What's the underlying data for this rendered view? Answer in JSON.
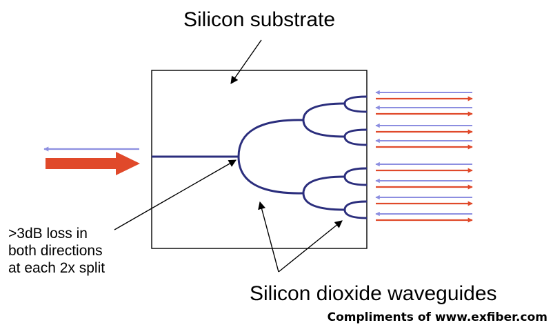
{
  "labels": {
    "substrate": "Silicon substrate",
    "waveguides": "Silicon dioxide waveguides",
    "loss_note": [
      ">3dB loss in",
      "both directions",
      "at each 2x split"
    ],
    "credit": "Compliments of www.exfiber.com"
  },
  "colors": {
    "waveguide": "#2b2e7d",
    "forward_signal": "#e0492a",
    "reverse_signal": "#8c8ee0",
    "outline": "#000000"
  },
  "output_port_count": 8
}
